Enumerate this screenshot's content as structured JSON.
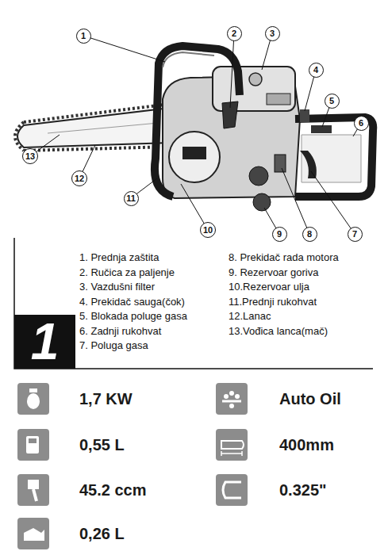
{
  "diagram": {
    "nodes": [
      {
        "text": [
          "1"
        ]
      },
      {
        "text": [
          "2"
        ]
      },
      {
        "text": [
          "3"
        ]
      },
      {
        "text": [
          "4"
        ]
      },
      {
        "text": [
          "5"
        ]
      },
      {
        "text": [
          "6"
        ]
      },
      {
        "text": [
          "7"
        ]
      },
      {
        "text": [
          "8"
        ]
      },
      {
        "text": [
          "9"
        ]
      },
      {
        "text": [
          "10"
        ]
      },
      {
        "text": [
          "11"
        ]
      },
      {
        "text": [
          "12"
        ]
      },
      {
        "text": [
          "13"
        ]
      },
      {
        "text": [
          "1"
        ]
      }
    ],
    "edges": [],
    "labels": [
      "1. Prednja zaštita",
      "2. Ručica za paljenje",
      "3. Vazdušni filter",
      "4. Prekidač sauga(čok)",
      "5. Blokada poluge gasa",
      "6. Zadnji rukohvat",
      "7. Poluga gasa",
      "8. Prekidač rada motora",
      "9. Rezervoar goriva",
      "10.Rezervoar ulja",
      "11.Prednji rukohvat",
      "12.Lanac",
      "13.Vođica lanca(mač)",
      "1,7 KW",
      "Auto Oil",
      "0,55 L",
      "400mm",
      "45.2 ccm",
      "0.325\"",
      "0,26 L"
    ]
  }
}
